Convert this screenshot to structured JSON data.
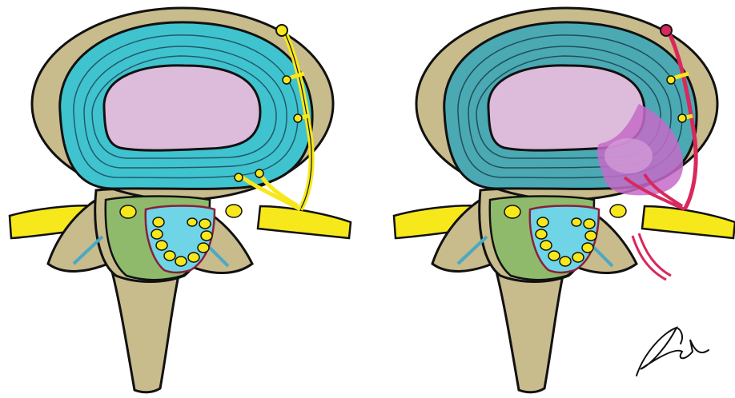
{
  "figure": {
    "panels": [
      {
        "id": "normal",
        "state": "healthy-disc",
        "nerve_color": "#f7e81c"
      },
      {
        "id": "herniated",
        "state": "herniated-disc",
        "nerve_color": "#d9285c"
      }
    ],
    "colors": {
      "bone": "#c8bb8c",
      "disc_outer": "#3fc3cf",
      "disc_outer_degenerate": "#4aa9b3",
      "nucleus": "#ddbbdb",
      "herniation": "#c46bc8",
      "canal": "#8fba6c",
      "cord": "#6fd4e6",
      "nerve_healthy": "#f7e81c",
      "nerve_inflamed": "#d9285c",
      "outline": "#111111"
    },
    "signature": {
      "kind": "artist-signature"
    }
  }
}
